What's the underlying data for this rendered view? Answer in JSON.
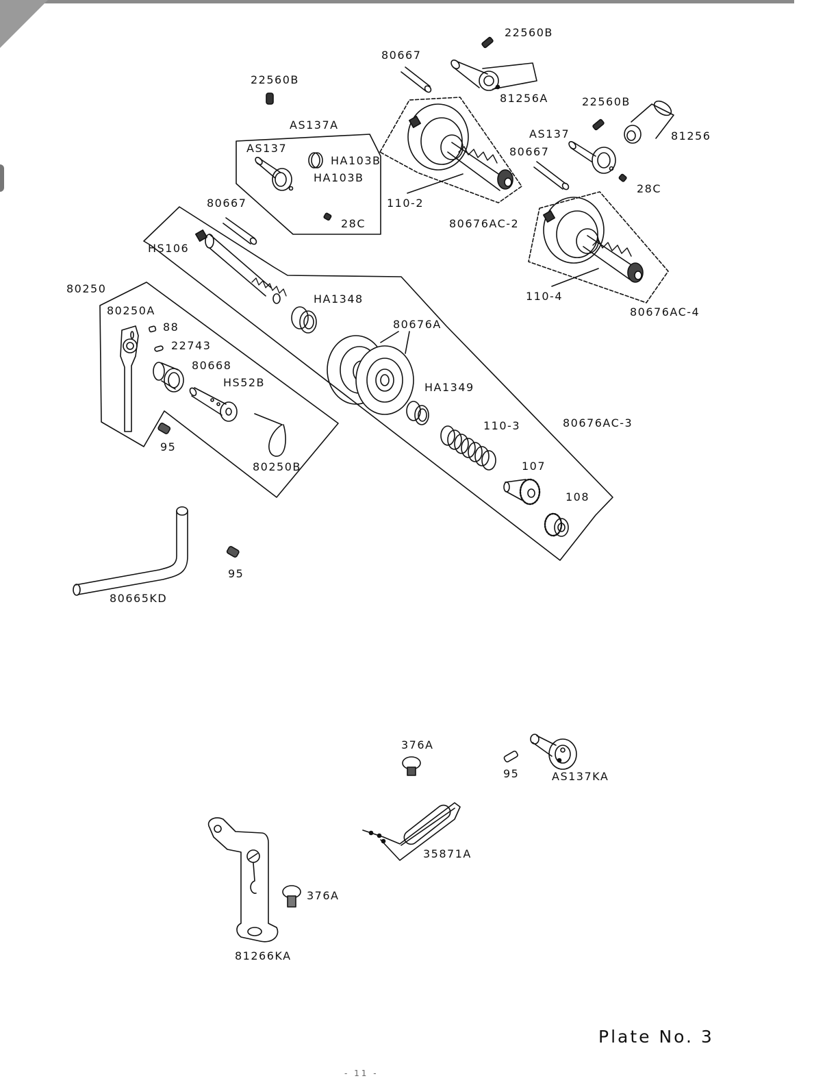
{
  "document": {
    "plate_title": "Plate No. 3",
    "page_number": "- 11 -"
  },
  "groups": [
    {
      "id": "AS137A",
      "label": "AS137A",
      "members": [
        "AS137",
        "HA103B",
        "HA103B",
        "28C"
      ]
    },
    {
      "id": "80676AC-2",
      "label": "80676AC-2",
      "members": [
        "110-2"
      ]
    },
    {
      "id": "80676AC-4",
      "label": "80676AC-4",
      "members": [
        "110-4"
      ]
    },
    {
      "id": "80676AC-3",
      "label": "80676AC-3",
      "members": [
        "HS106",
        "HA1348",
        "80676A",
        "HA1349",
        "110-3",
        "107",
        "108"
      ]
    },
    {
      "id": "80250",
      "label": "80250",
      "members": [
        "80250A",
        "88",
        "22743",
        "80668",
        "HS52B",
        "80250B",
        "95"
      ]
    }
  ],
  "labels": {
    "p22560B_a": "22560B",
    "p80667_a": "80667",
    "p81256A": "81256A",
    "p22560B_b": "22560B",
    "pAS137A": "AS137A",
    "pAS137_a": "AS137",
    "pHA103B_a": "HA103B",
    "pHA103B_b": "HA103B",
    "p28C_a": "28C",
    "p110_2": "110-2",
    "p80676AC_2": "80676AC-2",
    "p22560B_c": "22560B",
    "p81256": "81256",
    "pAS137_b": "AS137",
    "p80667_b": "80667",
    "p28C_b": "28C",
    "p110_4": "110-4",
    "p80676AC_4": "80676AC-4",
    "p80667_c": "80667",
    "pHS106": "HS106",
    "p80250": "80250",
    "p80250A": "80250A",
    "p88": "88",
    "p22743": "22743",
    "p80668": "80668",
    "pHS52B": "HS52B",
    "p95_a": "95",
    "p80250B": "80250B",
    "pHA1348": "HA1348",
    "p80676A": "80676A",
    "pHA1349": "HA1349",
    "p110_3": "110-3",
    "p80676AC_3": "80676AC-3",
    "p107": "107",
    "p108": "108",
    "p80665KD": "80665KD",
    "p95_b": "95",
    "p376A_a": "376A",
    "p95_c": "95",
    "pAS137KA": "AS137KA",
    "p35871A": "35871A",
    "p376A_b": "376A",
    "p81266KA": "81266KA"
  }
}
